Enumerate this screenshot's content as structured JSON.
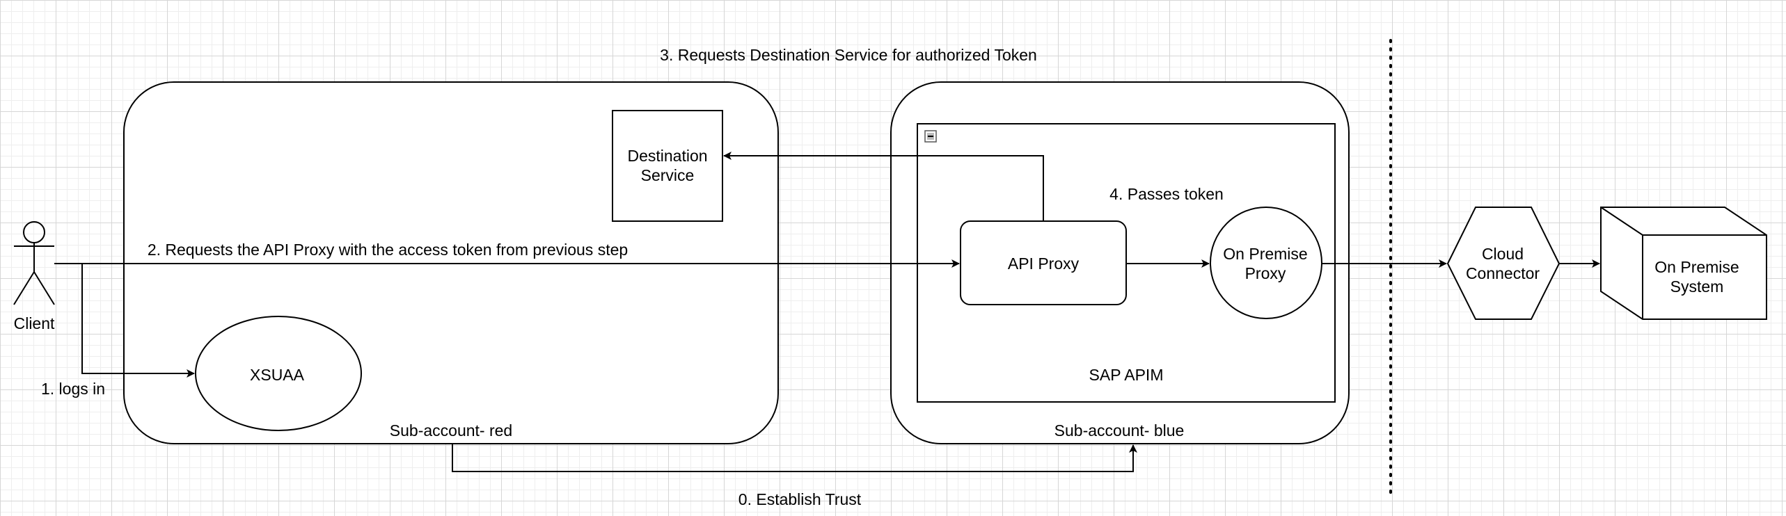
{
  "labels": {
    "step3": "3. Requests Destination Service for authorized Token",
    "step2": "2. Requests the API Proxy with the access token from previous step",
    "step4": "4. Passes token",
    "step1": "1. logs in",
    "step0": "0. Establish Trust",
    "client": "Client",
    "destination_service": "Destination Service",
    "xsuaa": "XSUAA",
    "subaccount_red": "Sub-account- red",
    "api_proxy": "API Proxy",
    "on_premise_proxy": "On Premise Proxy",
    "sap_apim": "SAP APIM",
    "subaccount_blue": "Sub-account- blue",
    "cloud_connector": "Cloud Connector",
    "on_premise_system": "On Premise System"
  },
  "colors": {
    "stroke": "#000000",
    "fill": "#ffffff"
  },
  "icons": {
    "client": "person-actor-icon",
    "collapse": "collapse-minus-icon"
  }
}
